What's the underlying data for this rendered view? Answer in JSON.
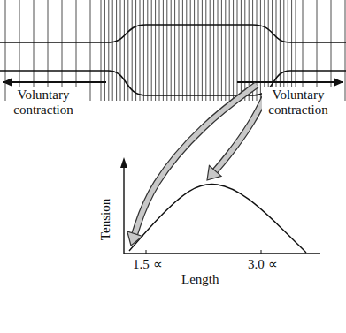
{
  "diagram": {
    "labels": [
      "Voluntary contraction",
      "Voluntary contraction",
      "Tension",
      "1.5 ∝",
      "3.0 ∝",
      "Length"
    ]
  }
}
